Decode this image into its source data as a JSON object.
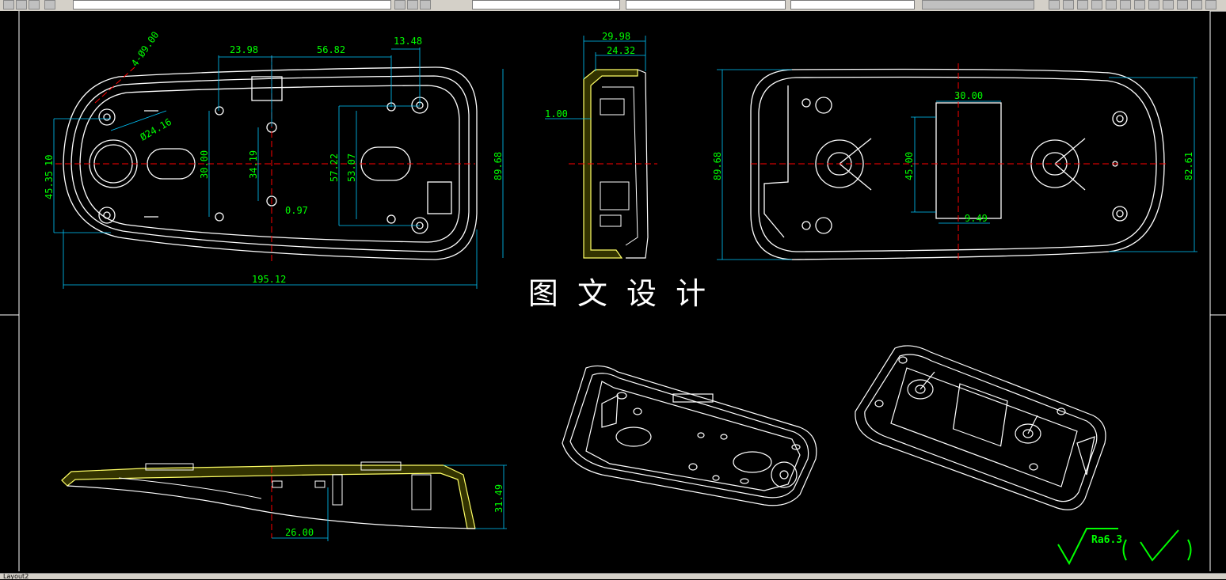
{
  "toolbar": {
    "status_label": "Layout2"
  },
  "drawing": {
    "title": "图 文 设 计",
    "surface_finish": "Ra6.3",
    "front_view": {
      "dims": {
        "hole_note": "4-Ø9.00",
        "d1": "23.98",
        "d2": "56.82",
        "d3": "13.48",
        "dia": "Ø24.16",
        "v1": "45.35",
        "v1b": "10",
        "v2": "30.00",
        "v3": "34.19",
        "v4": "57.22",
        "v5": "53.07",
        "v6": "0.97",
        "height": "89.68",
        "width": "195.12"
      }
    },
    "side_view": {
      "dims": {
        "w1": "29.98",
        "w2": "24.32",
        "t": "1.00"
      }
    },
    "back_view": {
      "dims": {
        "w": "30.00",
        "h": "45.00",
        "d": "9.49",
        "left_h": "89.68",
        "right_h": "82.61"
      }
    },
    "section_view": {
      "dims": {
        "w": "26.00",
        "h": "31.49"
      }
    }
  },
  "colors": {
    "background": "#000000",
    "outline": "#ffffff",
    "dimension": "#00c8ff",
    "dimension_text": "#00ff00",
    "centerline": "#ff0000",
    "section": "#ffff66"
  }
}
